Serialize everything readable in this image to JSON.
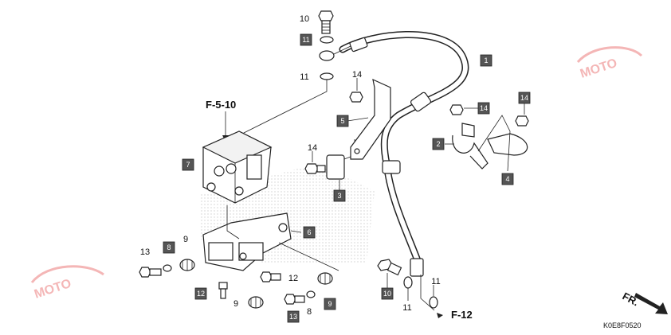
{
  "callouts": [
    {
      "id": "c1",
      "num": "1",
      "boxed": true
    },
    {
      "id": "c2",
      "num": "2",
      "boxed": true
    },
    {
      "id": "c3",
      "num": "3",
      "boxed": true
    },
    {
      "id": "c4",
      "num": "4",
      "boxed": true
    },
    {
      "id": "c5",
      "num": "5",
      "boxed": true
    },
    {
      "id": "c6",
      "num": "6",
      "boxed": true
    },
    {
      "id": "c7",
      "num": "7",
      "boxed": true
    },
    {
      "id": "c8a",
      "num": "8",
      "boxed": true
    },
    {
      "id": "c8b",
      "num": "8",
      "boxed": false
    },
    {
      "id": "c9a",
      "num": "9",
      "boxed": false
    },
    {
      "id": "c9b",
      "num": "9",
      "boxed": false
    },
    {
      "id": "c9c",
      "num": "9",
      "boxed": true
    },
    {
      "id": "c10a",
      "num": "10",
      "boxed": false
    },
    {
      "id": "c10b",
      "num": "10",
      "boxed": true
    },
    {
      "id": "c11a",
      "num": "11",
      "boxed": true
    },
    {
      "id": "c11b",
      "num": "11",
      "boxed": false
    },
    {
      "id": "c11c",
      "num": "11",
      "boxed": false
    },
    {
      "id": "c11d",
      "num": "11",
      "boxed": false
    },
    {
      "id": "c12a",
      "num": "12",
      "boxed": true
    },
    {
      "id": "c12b",
      "num": "12",
      "boxed": false
    },
    {
      "id": "c13a",
      "num": "13",
      "boxed": false
    },
    {
      "id": "c13b",
      "num": "13",
      "boxed": true
    },
    {
      "id": "c14a",
      "num": "14",
      "boxed": false
    },
    {
      "id": "c14b",
      "num": "14",
      "boxed": false
    },
    {
      "id": "c14c",
      "num": "14",
      "boxed": true
    },
    {
      "id": "c14d",
      "num": "14",
      "boxed": true
    }
  ],
  "refs": {
    "top": "F-5-10",
    "bottom": "F-12"
  },
  "direction_label": "FR.",
  "diagram_code": "K0E8F0520",
  "watermark": "MOTO",
  "colors": {
    "callout_box": "#555555",
    "line": "#222222",
    "watermark": "#e03030"
  }
}
